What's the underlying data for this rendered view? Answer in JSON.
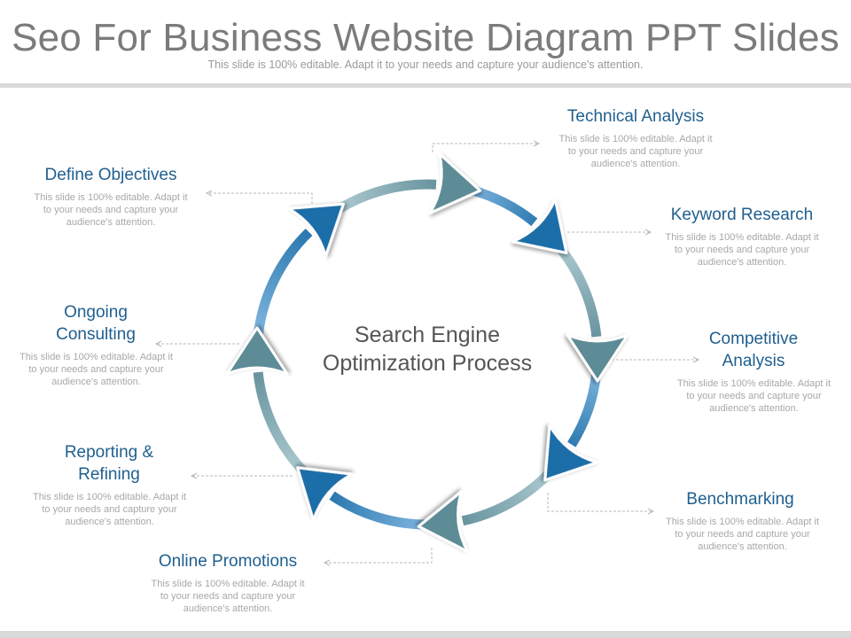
{
  "slide": {
    "title": "Seo For Business Website Diagram PPT Slides",
    "subtitle": "This slide is 100% editable. Adapt it to your needs and capture your audience's attention."
  },
  "center": {
    "line1": "Search Engine",
    "line2": "Optimization Process"
  },
  "steps": [
    {
      "id": "technical-analysis",
      "title": "Technical Analysis",
      "desc": "This slide is 100% editable. Adapt it to your needs and capture your audience's attention."
    },
    {
      "id": "keyword-research",
      "title": "Keyword Research",
      "desc": "This slide is 100% editable. Adapt it to your needs and capture your audience's attention."
    },
    {
      "id": "competitive-analysis",
      "title": "Competitive Analysis",
      "desc": "This slide is 100% editable. Adapt it to your needs and capture your audience's attention."
    },
    {
      "id": "benchmarking",
      "title": "Benchmarking",
      "desc": "This slide is 100% editable. Adapt it to your needs and capture your audience's attention."
    },
    {
      "id": "online-promotions",
      "title": "Online Promotions",
      "desc": "This slide is 100% editable. Adapt it to your needs and capture your audience's attention."
    },
    {
      "id": "reporting-refining",
      "title": "Reporting & Refining",
      "desc": "This slide is 100% editable. Adapt it to your needs and capture your audience's attention."
    },
    {
      "id": "ongoing-consulting",
      "title": "Ongoing Consulting",
      "desc": "This slide is 100% editable. Adapt it to your needs and capture your audience's attention."
    },
    {
      "id": "define-objectives",
      "title": "Define Objectives",
      "desc": "This slide is 100% editable. Adapt it to your needs and capture your audience's attention."
    }
  ],
  "colors": {
    "dark_blue": "#1d6ea8",
    "teal": "#5d8b96",
    "light_blue": "#8ec0e6",
    "heading": "#1f5f8f"
  }
}
